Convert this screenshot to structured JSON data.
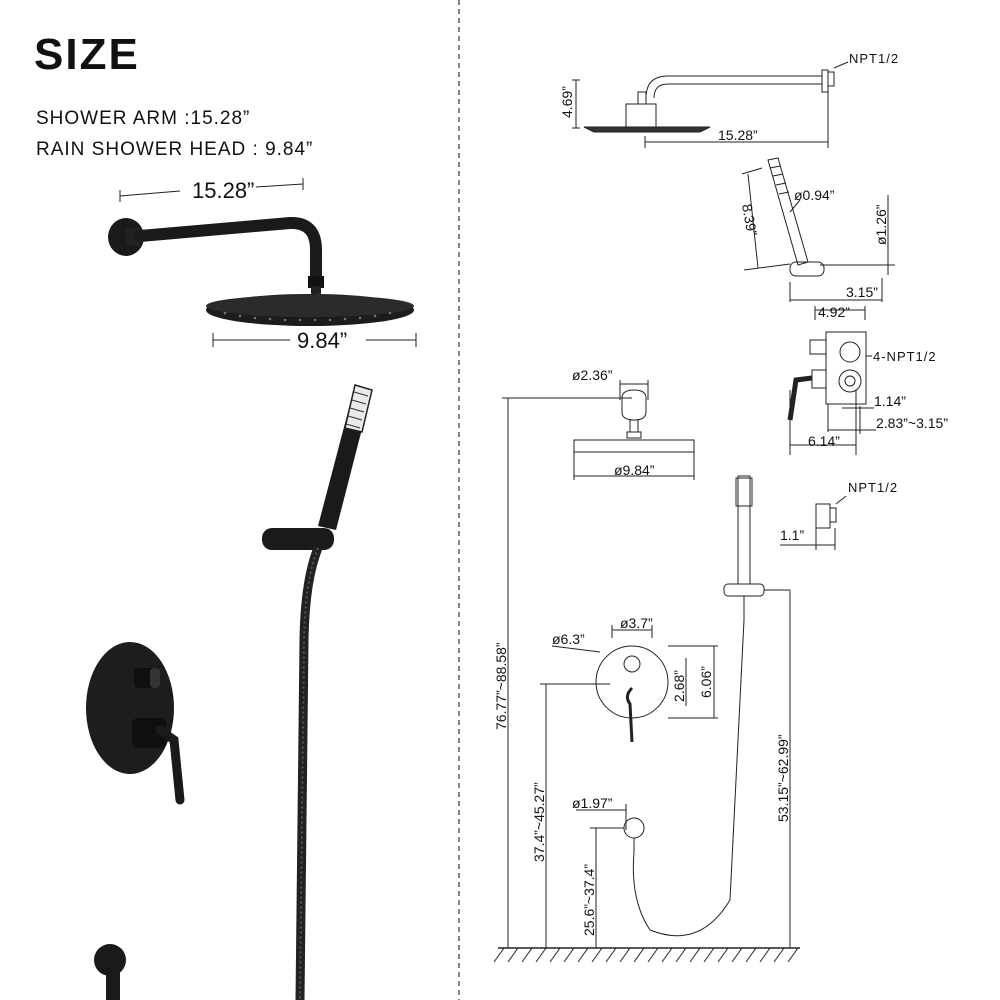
{
  "title": "SIZE",
  "specs": {
    "shower_arm": "SHOWER ARM :15.28”",
    "rain_head": "RAIN SHOWER HEAD : 9.84”"
  },
  "photo_labels": {
    "arm_length": "15.28”",
    "head_diameter": "9.84”"
  },
  "diagram": {
    "arm_height": "4.69”",
    "arm_length": "15.28”",
    "npt_top": "NPT1/2",
    "handheld_diameter": "ø0.94”",
    "handheld_length": "8.39”",
    "holder_diameter": "ø1.26”",
    "holder_depth": "3.15”",
    "valve_width": "4.92”",
    "valve_ports": "4-NPT1/2",
    "valve_depth": "1.14”",
    "valve_range": "2.83”~3.15”",
    "valve_total": "6.14”",
    "flange_diameter": "ø2.36”",
    "head_diameter": "ø9.84”",
    "npt_outlet": "NPT1/2",
    "outlet_depth": "1.1”",
    "total_height": "76.77”~88.58”",
    "small_plate": "ø3.7”",
    "big_plate": "ø6.3”",
    "plate_h1": "2.68”",
    "plate_h2": "6.06”",
    "valve_height": "37.4”~45.27”",
    "outlet_diameter": "ø1.97”",
    "outlet_height": "25.6”~37.4”",
    "slide_height": "53.15”~62.99”"
  }
}
